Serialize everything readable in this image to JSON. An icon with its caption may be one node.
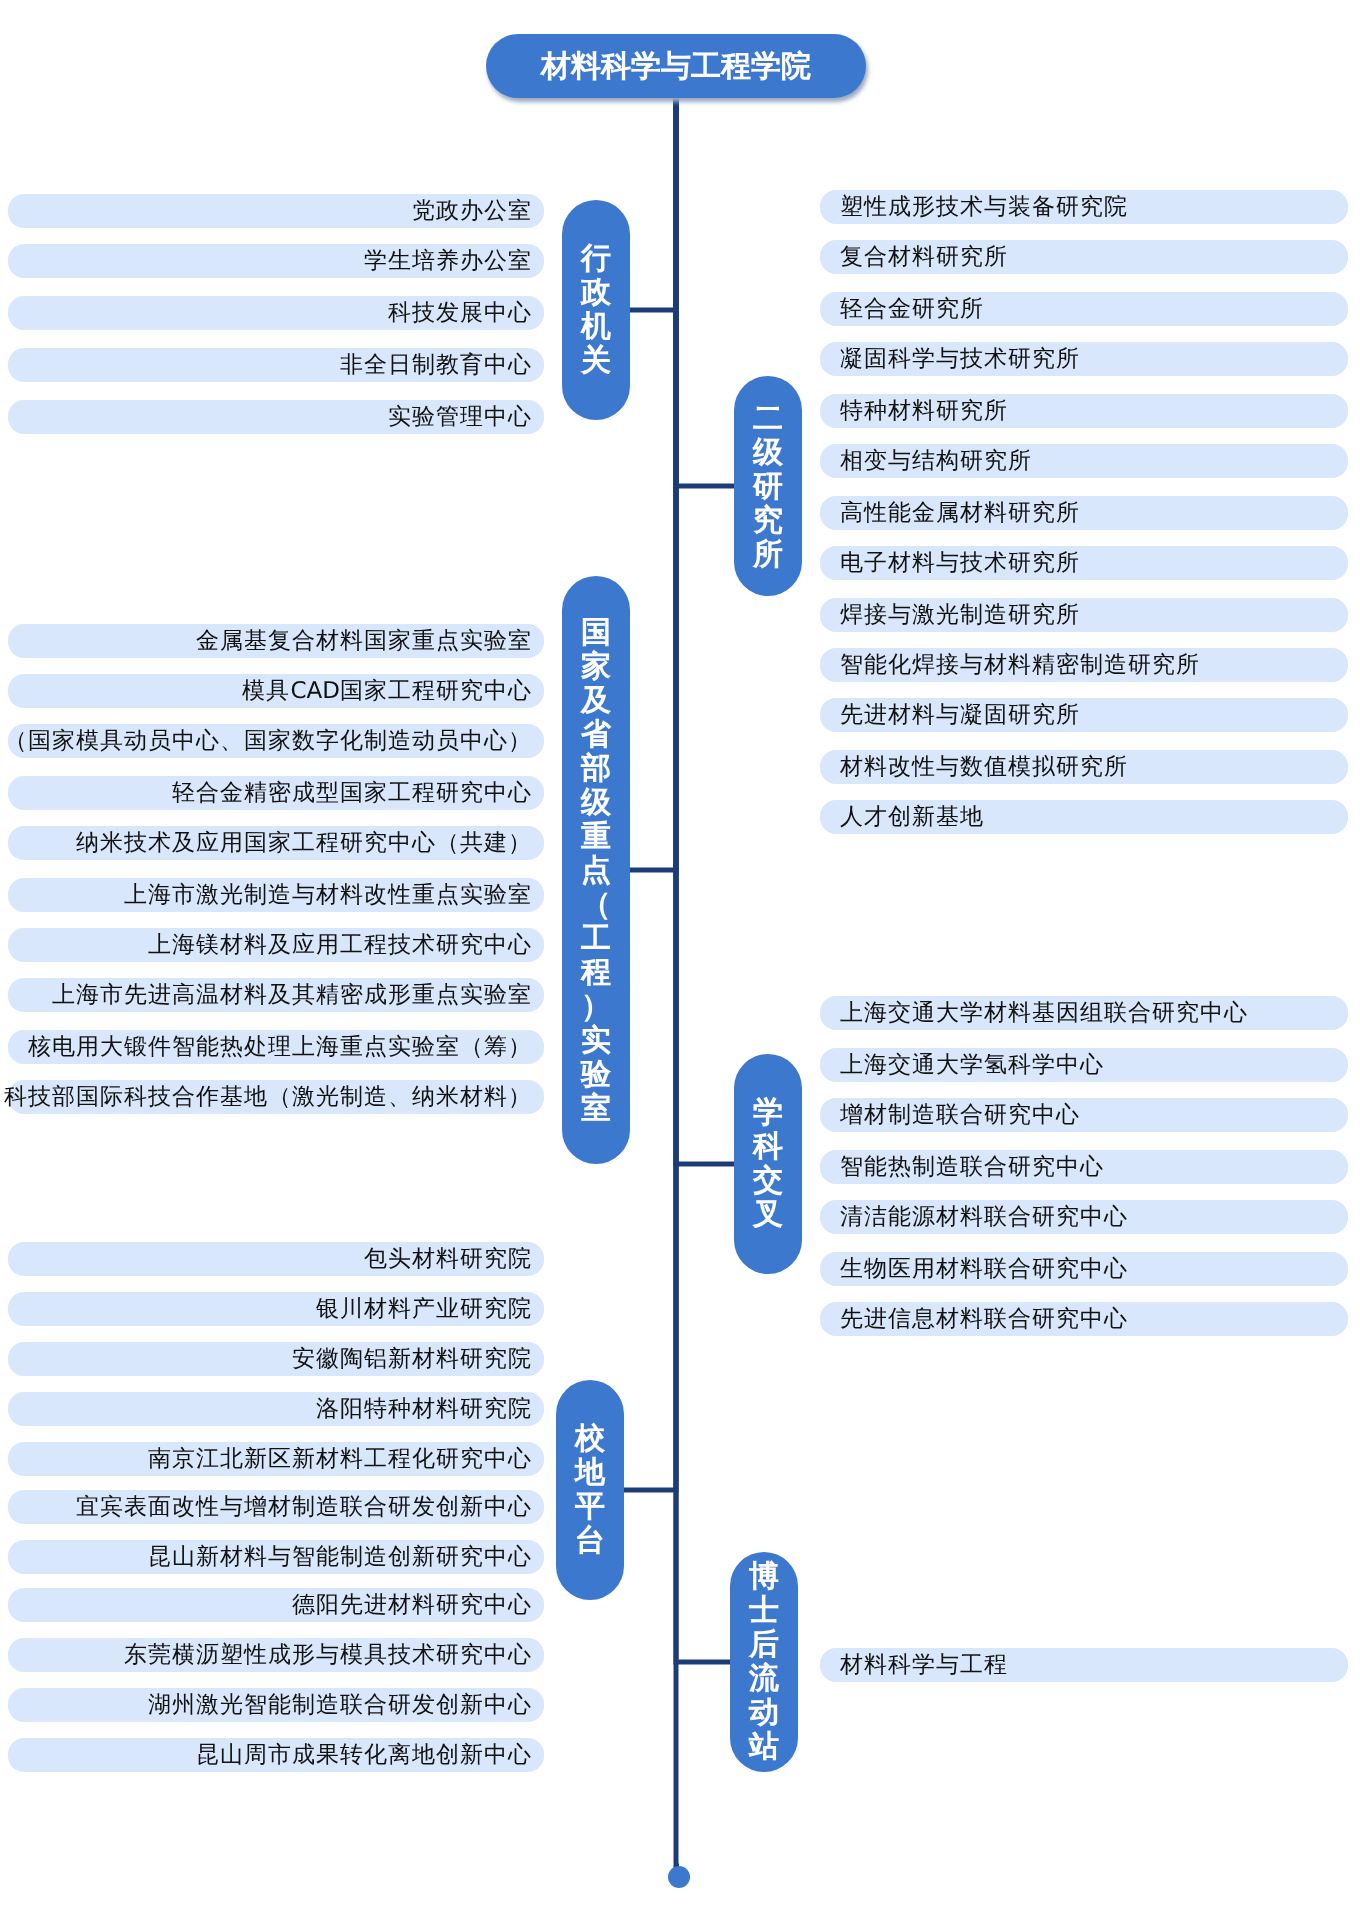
{
  "diagram": {
    "nodes": [
      {
        "text": [
          "材料科学与工程学院"
        ]
      },
      {
        "text": [
          "行政机关"
        ]
      },
      {
        "text": [
          "党政办公室"
        ]
      },
      {
        "text": [
          "学生培养办公室"
        ]
      },
      {
        "text": [
          "科技发展中心"
        ]
      },
      {
        "text": [
          "非全日制教育中心"
        ]
      },
      {
        "text": [
          "实验管理中心"
        ]
      },
      {
        "text": [
          "二级研究所"
        ]
      },
      {
        "text": [
          "塑性成形技术与装备研究院"
        ]
      },
      {
        "text": [
          "复合材料研究所"
        ]
      },
      {
        "text": [
          "轻合金研究所"
        ]
      },
      {
        "text": [
          "凝固科学与技术研究所"
        ]
      },
      {
        "text": [
          "特种材料研究所"
        ]
      },
      {
        "text": [
          "相变与结构研究所"
        ]
      },
      {
        "text": [
          "高性能金属材料研究所"
        ]
      },
      {
        "text": [
          "电子材料与技术研究所"
        ]
      },
      {
        "text": [
          "焊接与激光制造研究所"
        ]
      },
      {
        "text": [
          "智能化焊接与材料精密制造研究所"
        ]
      },
      {
        "text": [
          "先进材料与凝固研究所"
        ]
      },
      {
        "text": [
          "材料改性与数值模拟研究所"
        ]
      },
      {
        "text": [
          "人才创新基地"
        ]
      },
      {
        "text": [
          "国家及省部级重点（工程）实验室"
        ]
      },
      {
        "text": [
          "金属基复合材料国家重点实验室"
        ]
      },
      {
        "text": [
          "模具CAD国家工程研究中心"
        ]
      },
      {
        "text": [
          "（国家模具动员中心、国家数字化制造动员中心）"
        ]
      },
      {
        "text": [
          "轻合金精密成型国家工程研究中心"
        ]
      },
      {
        "text": [
          "纳米技术及应用国家工程研究中心（共建）"
        ]
      },
      {
        "text": [
          "上海市激光制造与材料改性重点实验室"
        ]
      },
      {
        "text": [
          "上海镁材料及应用工程技术研究中心"
        ]
      },
      {
        "text": [
          "上海市先进高温材料及其精密成形重点实验室"
        ]
      },
      {
        "text": [
          "核电用大锻件智能热处理上海重点实验室（筹）"
        ]
      },
      {
        "text": [
          "科技部国际科技合作基地（激光制造、纳米材料）"
        ]
      },
      {
        "text": [
          "学科交叉"
        ]
      },
      {
        "text": [
          "上海交通大学材料基因组联合研究中心"
        ]
      },
      {
        "text": [
          "上海交通大学氢科学中心"
        ]
      },
      {
        "text": [
          "增材制造联合研究中心"
        ]
      },
      {
        "text": [
          "智能热制造联合研究中心"
        ]
      },
      {
        "text": [
          "清洁能源材料联合研究中心"
        ]
      },
      {
        "text": [
          "生物医用材料联合研究中心"
        ]
      },
      {
        "text": [
          "先进信息材料联合研究中心"
        ]
      },
      {
        "text": [
          "校地平台"
        ]
      },
      {
        "text": [
          "包头材料研究院"
        ]
      },
      {
        "text": [
          "银川材料产业研究院"
        ]
      },
      {
        "text": [
          "安徽陶铝新材料研究院"
        ]
      },
      {
        "text": [
          "洛阳特种材料研究院"
        ]
      },
      {
        "text": [
          "南京江北新区新材料工程化研究中心"
        ]
      },
      {
        "text": [
          "宜宾表面改性与增材制造联合研发创新中心"
        ]
      },
      {
        "text": [
          "昆山新材料与智能制造创新研究中心"
        ]
      },
      {
        "text": [
          "德阳先进材料研究中心"
        ]
      },
      {
        "text": [
          "东莞横沥塑性成形与模具技术研究中心"
        ]
      },
      {
        "text": [
          "湖州激光智能制造联合研发创新中心"
        ]
      },
      {
        "text": [
          "昆山周市成果转化离地创新中心"
        ]
      },
      {
        "text": [
          "博士后流动站"
        ]
      },
      {
        "text": [
          "材料科学与工程"
        ]
      },
      {
        "text": [],
        "shape": "circle"
      }
    ],
    "edges": [
      {
        "from": 0,
        "to": 1,
        "arrow": "none"
      },
      {
        "from": 0,
        "to": 7,
        "arrow": "none"
      },
      {
        "from": 0,
        "to": 21,
        "arrow": "none"
      },
      {
        "from": 0,
        "to": 32,
        "arrow": "none"
      },
      {
        "from": 0,
        "to": 40,
        "arrow": "none"
      },
      {
        "from": 0,
        "to": 52,
        "arrow": "none"
      },
      {
        "from": 0,
        "to": 54,
        "arrow": "none"
      }
    ]
  }
}
